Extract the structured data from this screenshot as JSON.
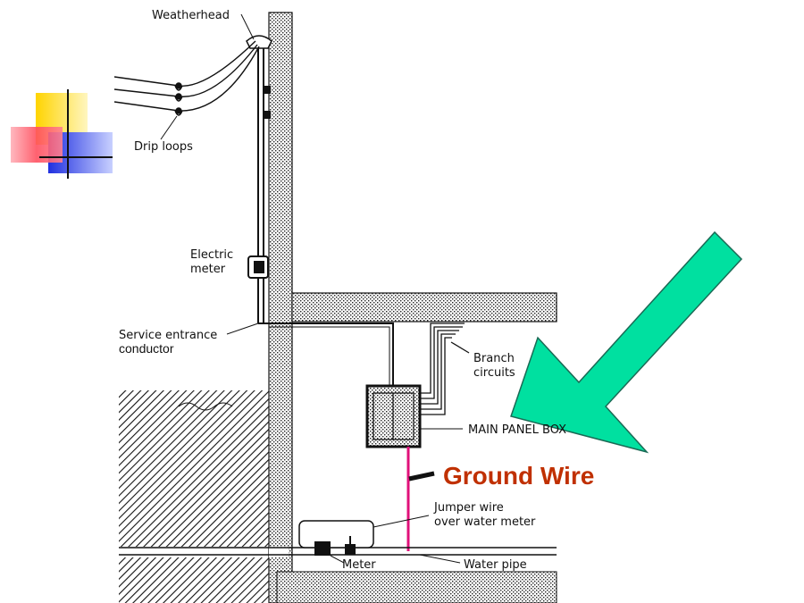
{
  "labels": {
    "weatherhead": "Weatherhead",
    "drip_loops": "Drip loops",
    "electric_meter_1": "Electric",
    "electric_meter_2": "meter",
    "service_entrance_1": "Service entrance",
    "service_entrance_2": "conductor",
    "branch_circuits_1": "Branch",
    "branch_circuits_2": "circuits",
    "main_panel_box": "MAIN PANEL BOX",
    "ground_wire": "Ground Wire",
    "jumper_wire_1": "Jumper wire",
    "jumper_wire_2": "over water meter",
    "meter": "Meter",
    "water_pipe": "Water pipe"
  },
  "colors": {
    "arrow_fill": "#00E0A0",
    "arrow_stroke": "#1a6a55",
    "ground_wire": "#E0107A",
    "callout_text": "#C03000",
    "deco_yellow": "#FFD400",
    "deco_red": "#FF5060",
    "deco_blue": "#2030E0"
  }
}
